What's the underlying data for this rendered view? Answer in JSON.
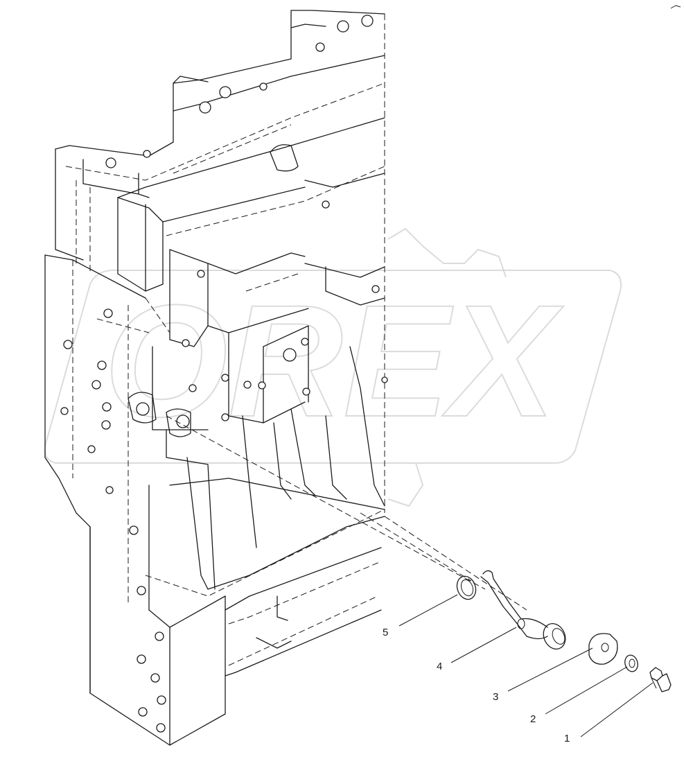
{
  "watermark_text": "OREX",
  "callouts": [
    {
      "label": "1"
    },
    {
      "label": "2"
    },
    {
      "label": "3"
    },
    {
      "label": "4"
    },
    {
      "label": "5"
    }
  ]
}
